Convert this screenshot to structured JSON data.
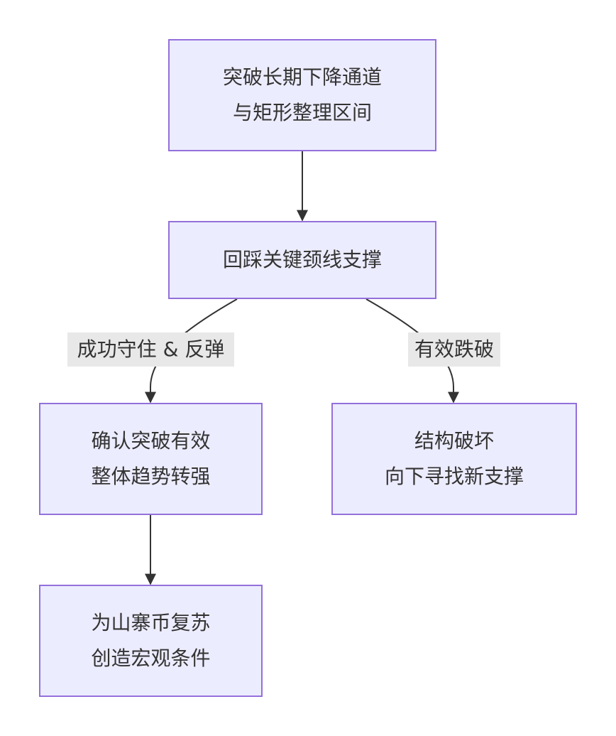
{
  "colors": {
    "node_fill": "#ECECFF",
    "node_border": "#9370DB",
    "edge": "#333333",
    "text": "#333333",
    "edge_label_bg": "#e8e8e8"
  },
  "nodes": {
    "breakout": {
      "lines": [
        "突破长期下降通道",
        "与矩形整理区间"
      ]
    },
    "retest": {
      "lines": [
        "回踩关键颈线支撑"
      ]
    },
    "confirm": {
      "lines": [
        "确认突破有效",
        "整体趋势转强"
      ]
    },
    "breakdown": {
      "lines": [
        "结构破坏",
        "向下寻找新支撑"
      ]
    },
    "altcoin": {
      "lines": [
        "为山寨币复苏",
        "创造宏观条件"
      ]
    }
  },
  "edges": [
    {
      "from": "breakout",
      "to": "retest",
      "label": ""
    },
    {
      "from": "retest",
      "to": "confirm",
      "label": "成功守住 & 反弹"
    },
    {
      "from": "retest",
      "to": "breakdown",
      "label": "有效跌破"
    },
    {
      "from": "confirm",
      "to": "altcoin",
      "label": ""
    }
  ]
}
